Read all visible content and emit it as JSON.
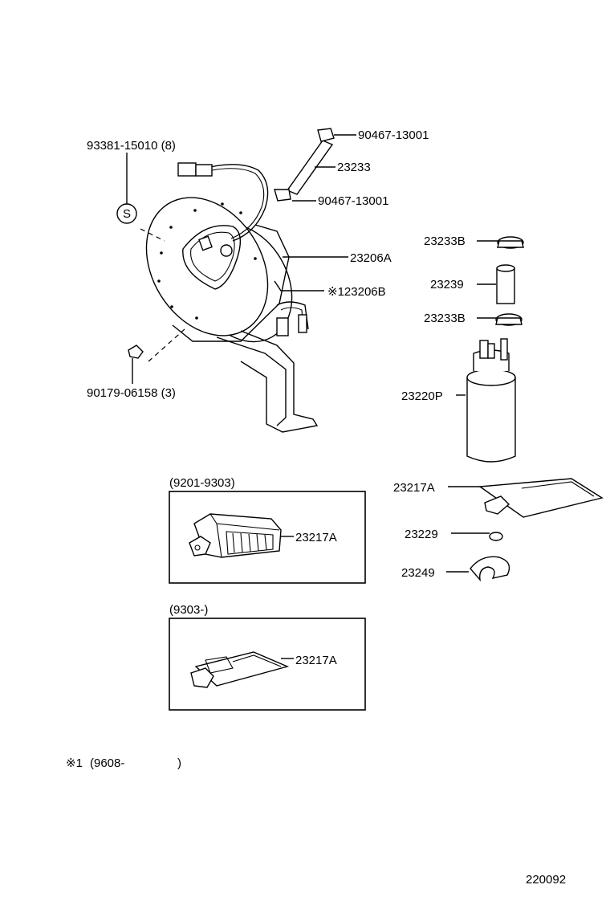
{
  "labels": {
    "bolt_93381": "93381-15010 (8)",
    "clamp_top": "90467-13001",
    "hose_23233": "23233",
    "clamp_bottom": "90467-13001",
    "gauge_23206a": "23206A",
    "gauge_23206b": "※123206B",
    "screw_90179": "90179-06158 (3)",
    "clamp_23233b_top": "23233B",
    "hose_23239": "23239",
    "clamp_23233b_bottom": "23233B",
    "pump_23220p": "23220P",
    "filter_23217a": "23217A",
    "ring_23229": "23229",
    "bracket_23249": "23249",
    "circle_s": "S"
  },
  "variants": [
    {
      "period": "(9201-9303)",
      "part": "23217A"
    },
    {
      "period": "(9303-)",
      "part": "23217A"
    }
  ],
  "footnote": {
    "mark": "※1",
    "text": "(9608-",
    "close": ")"
  },
  "diagram_number": "220092"
}
